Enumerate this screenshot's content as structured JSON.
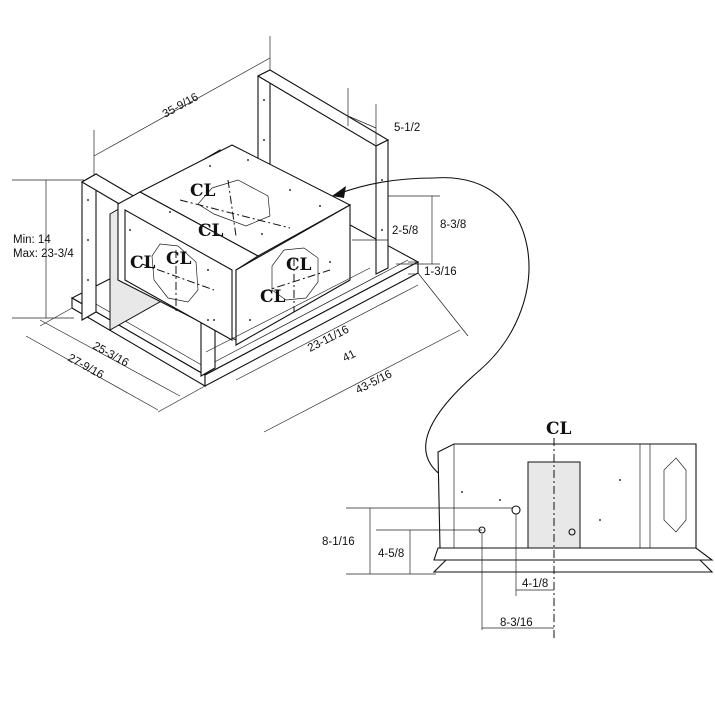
{
  "centerline_symbol": "CL",
  "dimensions": {
    "width_top": "35-9/16",
    "depth_offset": "5-1/2",
    "height_range_min": "Min: 14",
    "height_range_max": "Max: 23-3/4",
    "frame_height": "8-3/8",
    "inset_top": "2-5/8",
    "base_height": "1-3/16",
    "inner_width": "23-11/16",
    "overall_width": "41",
    "outer_width": "43-5/16",
    "depth_inner": "25-3/16",
    "depth_outer": "27-9/16",
    "detail_height_outer": "8-1/16",
    "detail_height_inner": "4-5/8",
    "detail_offset_inner": "4-1/8",
    "detail_offset_outer": "8-3/16"
  }
}
